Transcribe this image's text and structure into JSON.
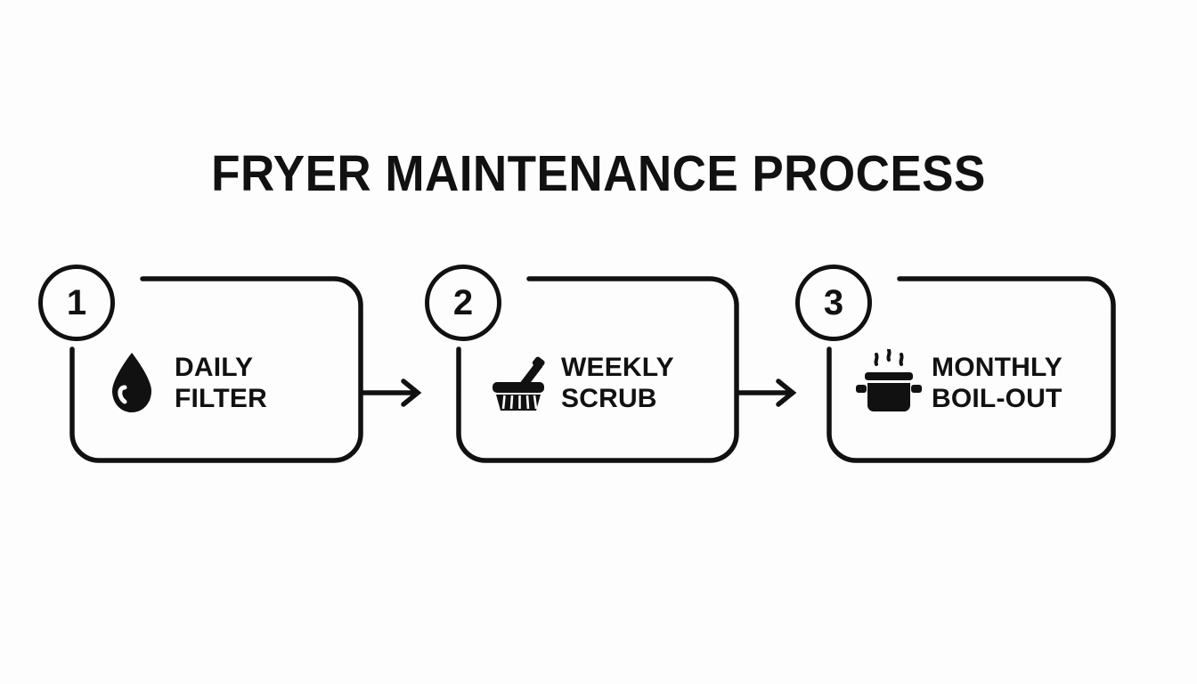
{
  "page": {
    "title": "FRYER MAINTENANCE PROCESS",
    "background_color": "#fdfdfd",
    "ink_color": "#111111"
  },
  "flow": {
    "steps": [
      {
        "number": "1",
        "icon": "droplet-icon",
        "label_line1": "DAILY",
        "label_line2": "FILTER",
        "has_outgoing_arrow": true
      },
      {
        "number": "2",
        "icon": "scrub-brush-icon",
        "label_line1": "WEEKLY",
        "label_line2": "SCRUB",
        "has_outgoing_arrow": true
      },
      {
        "number": "3",
        "icon": "steaming-pot-icon",
        "label_line1": "MONTHLY",
        "label_line2": "BOIL-OUT",
        "has_outgoing_arrow": false
      }
    ],
    "connector_icon": "arrow-right-icon"
  }
}
